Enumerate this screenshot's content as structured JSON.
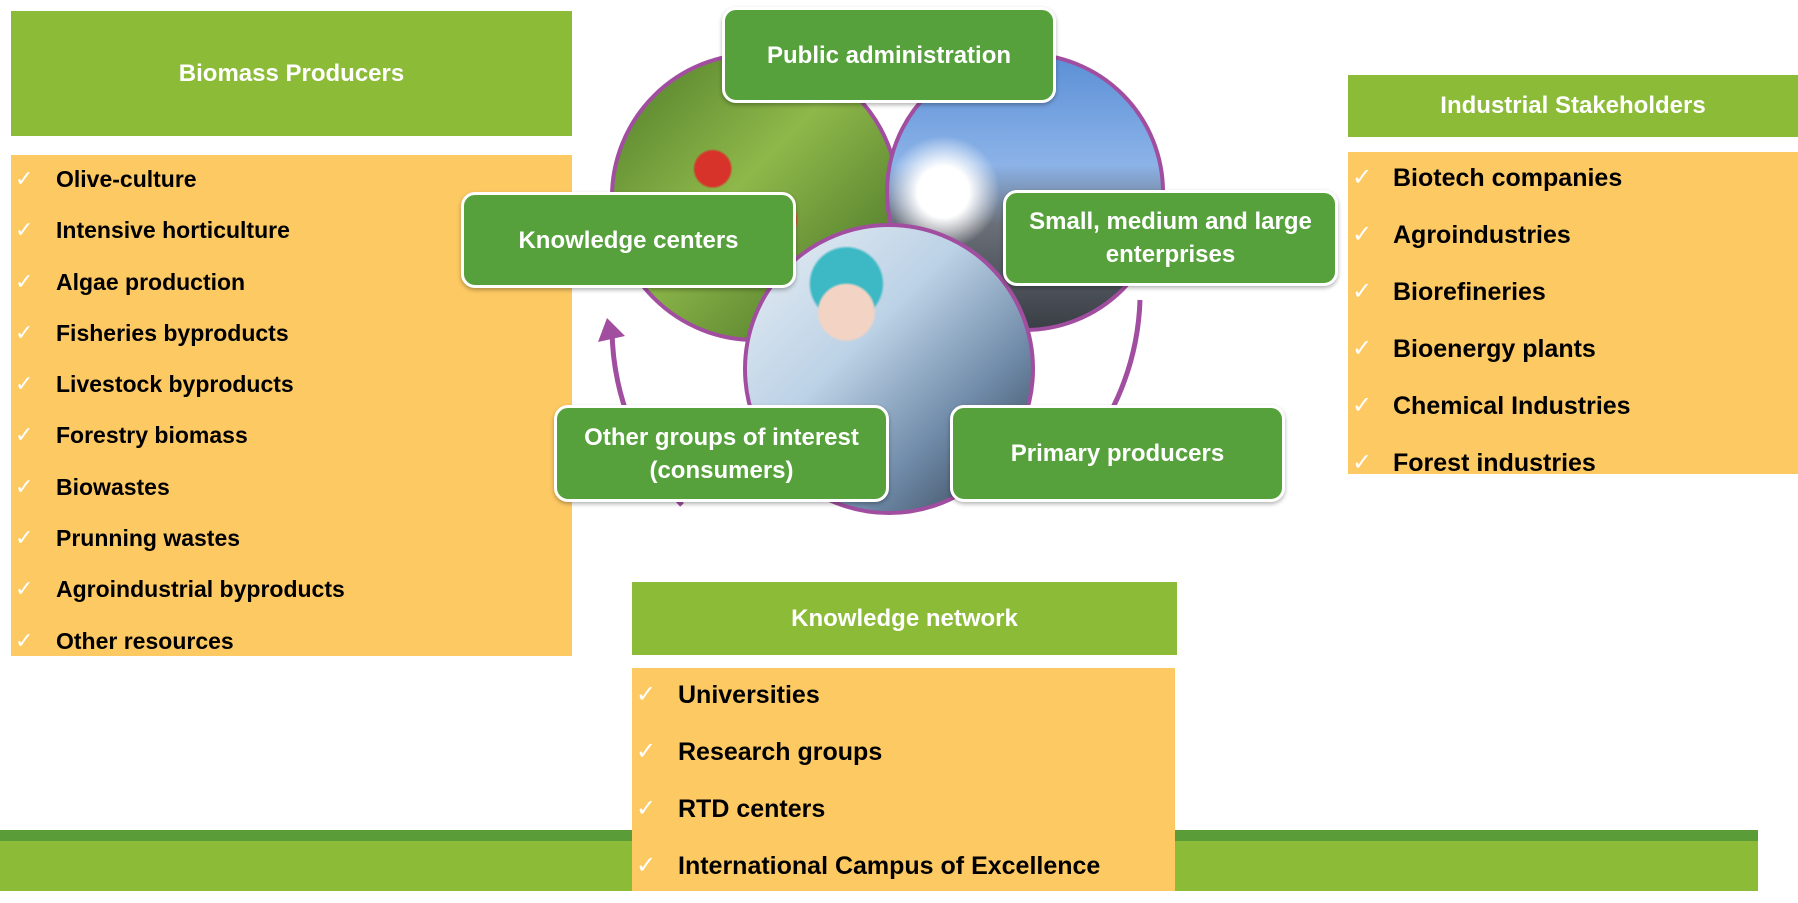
{
  "biomass_producers": {
    "title": "Biomass Producers",
    "items": [
      "Olive-culture",
      "Intensive horticulture",
      "Algae production",
      "Fisheries byproducts",
      "Livestock byproducts",
      "Forestry biomass",
      "Biowastes",
      "Prunning wastes",
      "Agroindustrial byproducts",
      "Other resources"
    ]
  },
  "industrial_stakeholders": {
    "title": "Industrial Stakeholders",
    "items": [
      "Biotech companies",
      "Agroindustries",
      "Biorefineries",
      "Bioenergy plants",
      "Chemical Industries",
      "Forest industries"
    ]
  },
  "knowledge_network": {
    "title": "Knowledge network",
    "items": [
      "Universities",
      "Research groups",
      "RTD centers",
      "International Campus of Excellence"
    ]
  },
  "cycle": {
    "public_administration": "Public administration",
    "knowledge_centers": "Knowledge centers",
    "enterprises": "Small, medium and large enterprises",
    "other_groups": "Other groups of interest (consumers)",
    "primary_producers": "Primary producers"
  },
  "check_glyph": "✓",
  "colors": {
    "header_green": "#8cbb38",
    "node_green": "#56a13c",
    "list_orange": "#fdc963",
    "ring_purple": "#a24ea0"
  }
}
